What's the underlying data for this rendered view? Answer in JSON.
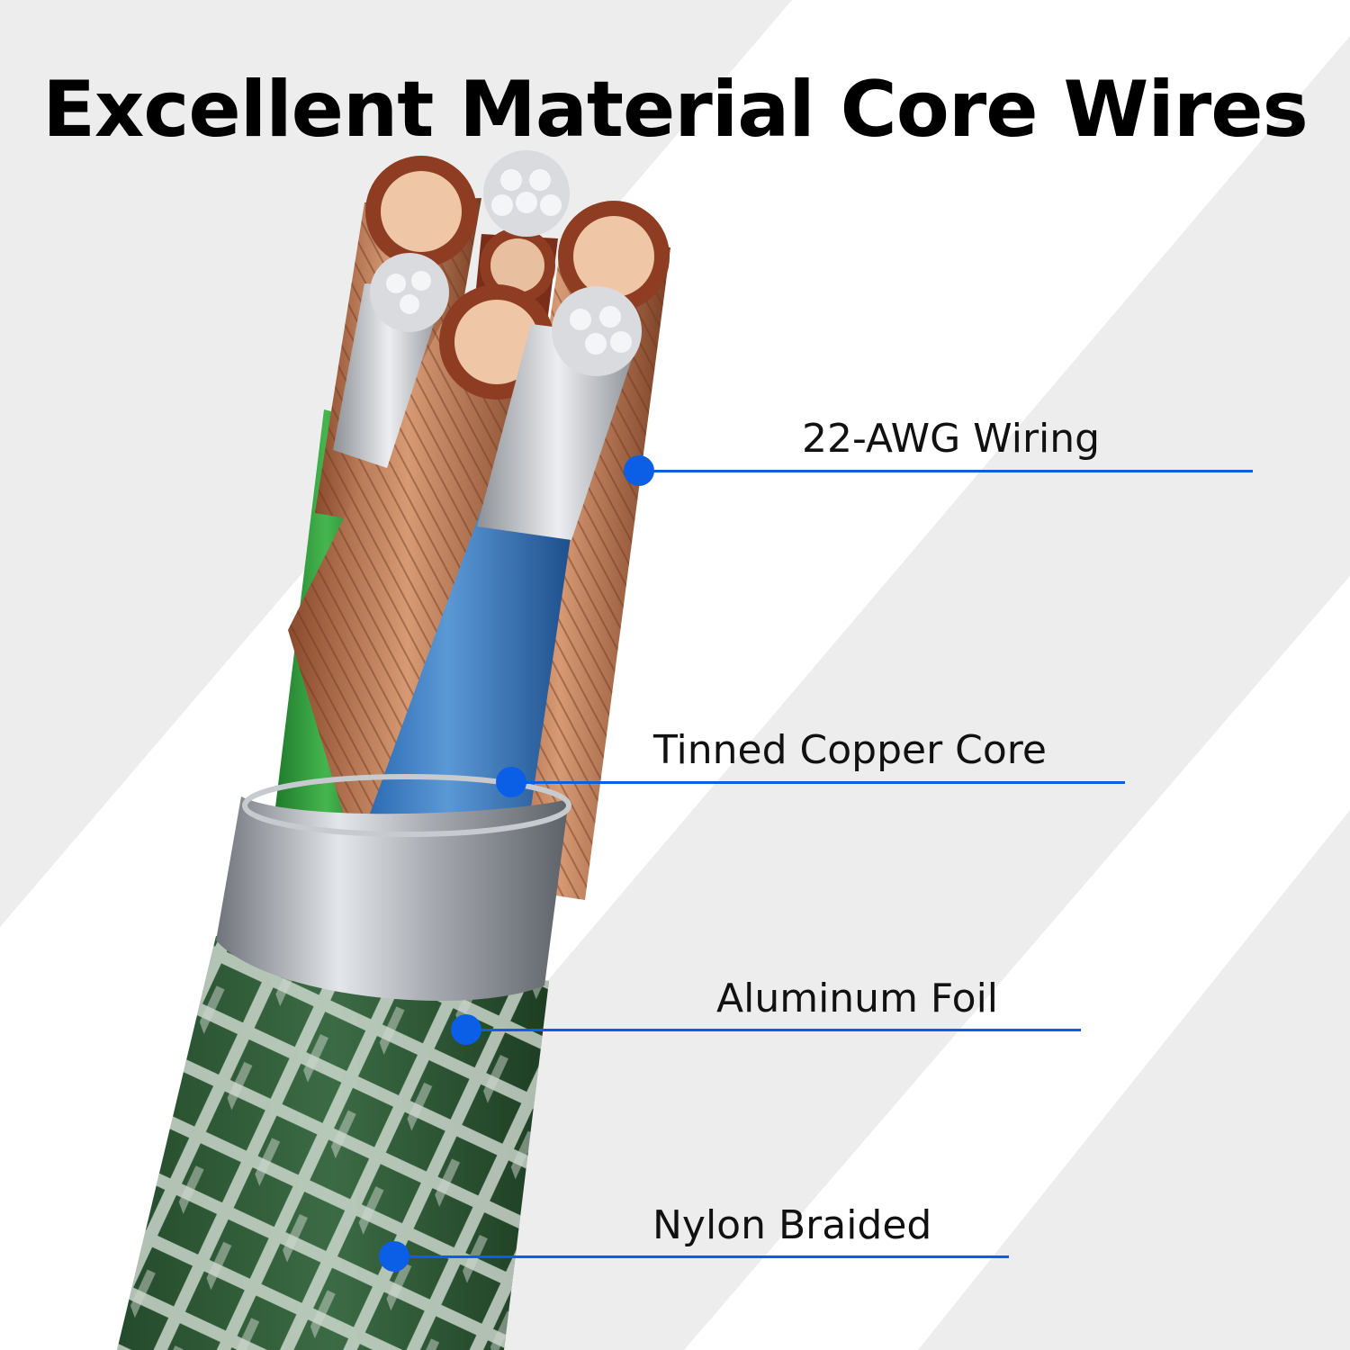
{
  "title": "Excellent Material Core Wires",
  "colors": {
    "background": "#ededed",
    "stripe": "#ffffff",
    "accent": "#0a5fe6",
    "copper": "#b9714a",
    "silver": "#c9cbcf",
    "blue_sheath": "#3f7fc4",
    "green_sheath": "#2e9a3a",
    "braid_green": "#2c5a34",
    "foil": "#b8bcc2"
  },
  "callouts": [
    {
      "id": "awg",
      "label": "22-AWG Wiring"
    },
    {
      "id": "copper",
      "label": "Tinned Copper Core"
    },
    {
      "id": "foil",
      "label": "Aluminum Foil"
    },
    {
      "id": "nylon",
      "label": "Nylon Braided"
    }
  ]
}
